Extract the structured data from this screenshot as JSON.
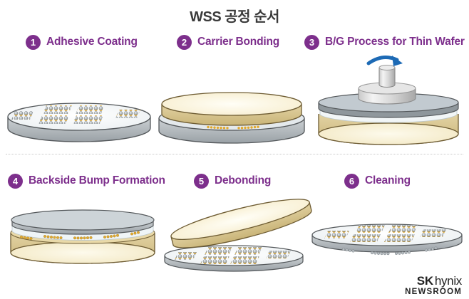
{
  "title": "WSS 공정 순서",
  "steps": [
    {
      "number": "1",
      "label": "Adhesive Coating",
      "icon": "wafer-with-bump-clusters-icon"
    },
    {
      "number": "2",
      "label": "Carrier Bonding",
      "icon": "carrier-bonded-stack-icon"
    },
    {
      "number": "3",
      "label": "B/G Process for Thin Wafer",
      "icon": "grinder-on-flipped-stack-icon"
    },
    {
      "number": "4",
      "label": "Backside Bump Formation",
      "icon": "thin-wafer-on-carrier-bumps-icon"
    },
    {
      "number": "5",
      "label": "Debonding",
      "icon": "carrier-lifting-off-wafer-icon"
    },
    {
      "number": "6",
      "label": "Cleaning",
      "icon": "thin-wafer-bumps-both-sides-icon"
    }
  ],
  "colors": {
    "accent_purple": "#7d2f8c",
    "title_text": "#3a3a3a",
    "wafer_grey": "#b2b9bd",
    "carrier_tan": "#d8c28d",
    "carrier_cream": "#f8efd2",
    "bump_gold": "#e2a92e",
    "arrow_blue": "#1d6ab5",
    "divider_grey": "#c9c9c9"
  },
  "footer": {
    "brand_sk": "SK",
    "brand_hynix": "hynix",
    "brand_newsroom": "NEWSROOM"
  }
}
